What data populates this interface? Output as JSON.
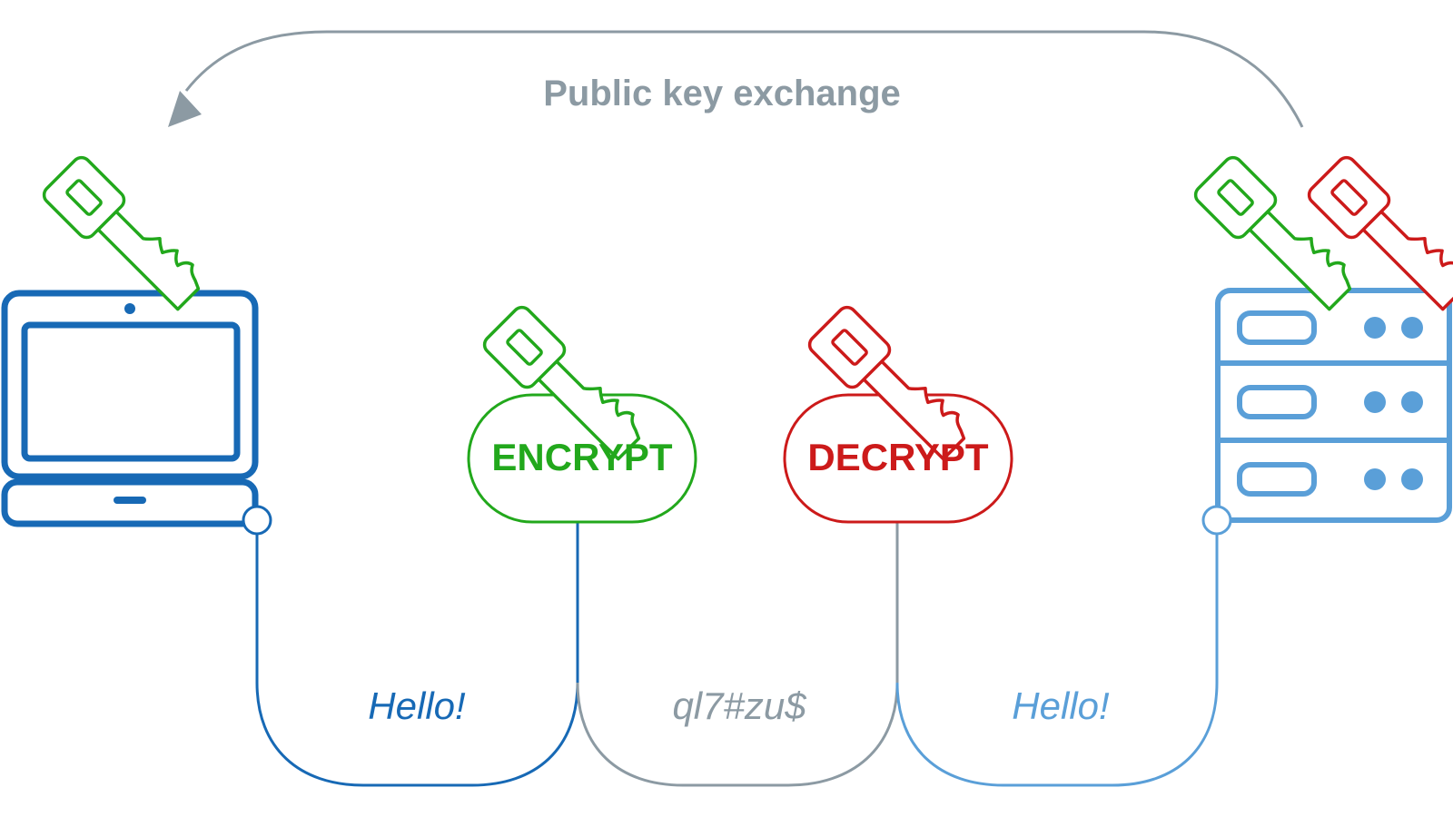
{
  "exchange": {
    "label": "Public key exchange"
  },
  "encrypt": {
    "label": "ENCRYPT"
  },
  "decrypt": {
    "label": "DECRYPT"
  },
  "messages": {
    "plain_left": "Hello!",
    "cipher": "ql7#zu$",
    "plain_right": "Hello!"
  },
  "colors": {
    "public_key": "#22a81c",
    "private_key": "#cc1a1a",
    "client": "#1769b5",
    "server": "#5a9fd8",
    "arrow": "#8c9aa3"
  }
}
